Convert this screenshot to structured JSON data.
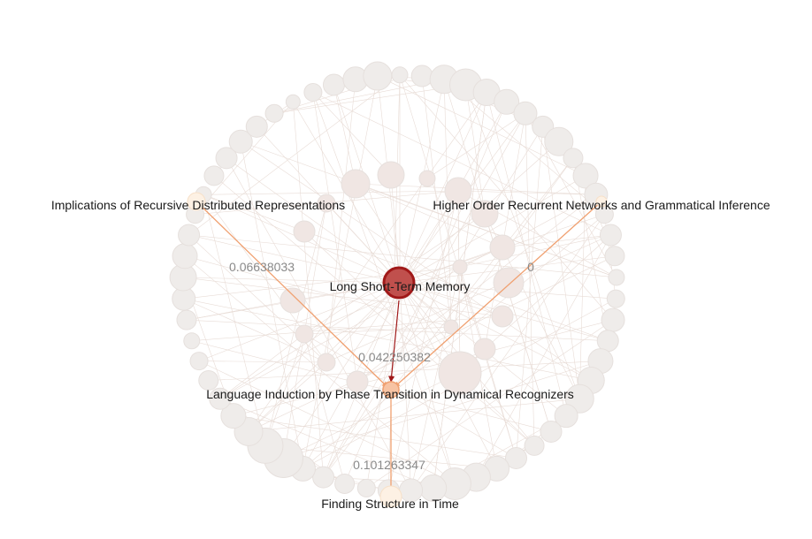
{
  "graph": {
    "labels": {
      "implications": "Implications of Recursive Distributed Representations",
      "higher_order": "Higher Order Recurrent Networks and Grammatical Inference",
      "lstm": "Long Short-Term Memory",
      "language_induction": "Language Induction by Phase Transition in Dynamical Recognizers",
      "finding_structure": "Finding Structure in Time"
    },
    "edge_weights": {
      "implications_to_language": "0.06638033",
      "higher_order_to_language": "0",
      "lstm_to_language": "0.042250382",
      "language_to_finding": "0.101263347"
    },
    "colors": {
      "focus_node": "#c0504d",
      "focus_border": "#a01818",
      "highlight_edge": "#f0a070",
      "dark_edge": "#a01818",
      "background_node": "#efecea",
      "highlight_node": "#f7c3a3"
    }
  }
}
